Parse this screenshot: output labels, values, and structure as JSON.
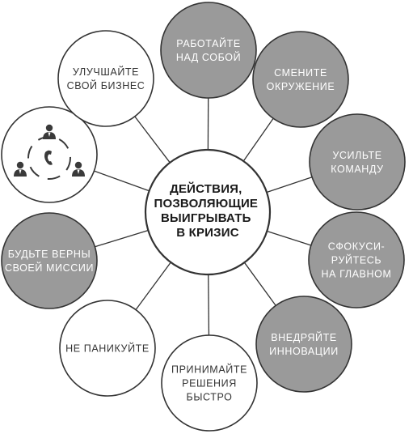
{
  "colors": {
    "filled": "#9a9a9a",
    "outline": "#ffffff",
    "stroke": "#333333",
    "text_on_filled": "#ffffff",
    "text_on_outline": "#333333",
    "icon": "#3a3a3a"
  },
  "center": {
    "lines": [
      "ДЕЙСТВИЯ,",
      "ПОЗВОЛЯЮЩИЕ",
      "ВЫИГРЫВАТЬ",
      "В КРИЗИС"
    ]
  },
  "nodes": [
    {
      "id": "work-on-yourself",
      "lines": [
        "РАБОТАЙТЕ",
        "НАД СОБОЙ"
      ],
      "filled": true
    },
    {
      "id": "change-environment",
      "lines": [
        "СМЕНИТЕ",
        "ОКРУЖЕНИЕ"
      ],
      "filled": true
    },
    {
      "id": "strengthen-team",
      "lines": [
        "УСИЛЬТЕ",
        "КОМАНДУ"
      ],
      "filled": true
    },
    {
      "id": "focus-on-main",
      "lines": [
        "СФОКУСИ-",
        "РУЙТЕСЬ",
        "НА ГЛАВНОМ"
      ],
      "filled": true
    },
    {
      "id": "implement-innovations",
      "lines": [
        "ВНЕДРЯЙТЕ",
        "ИННОВАЦИИ"
      ],
      "filled": true
    },
    {
      "id": "decide-quickly",
      "lines": [
        "ПРИНИМАЙТЕ",
        "РЕШЕНИЯ",
        "БЫСТРО"
      ],
      "filled": false
    },
    {
      "id": "dont-panic",
      "lines": [
        "НЕ ПАНИКУЙТЕ"
      ],
      "filled": false
    },
    {
      "id": "be-true-to-mission",
      "lines": [
        "БУДЬТЕ ВЕРНЫ",
        "СВОЕЙ МИССИИ"
      ],
      "filled": true
    },
    {
      "id": "network-icon-node",
      "lines": [],
      "filled": false,
      "icon": "people-network-icon"
    },
    {
      "id": "improve-business",
      "lines": [
        "УЛУЧШАЙТЕ",
        "СВОЙ БИЗНЕС"
      ],
      "filled": false
    }
  ]
}
